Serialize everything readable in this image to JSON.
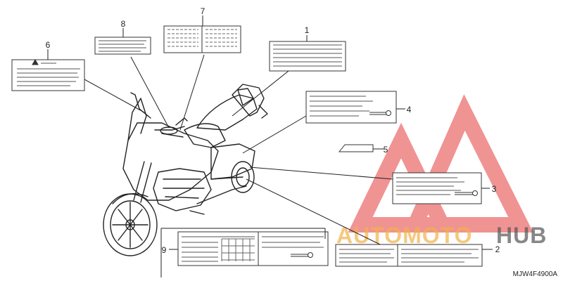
{
  "diagram": {
    "part_code": "MJW4F4900A",
    "callouts": [
      {
        "number": "1",
        "label": "label-1"
      },
      {
        "number": "2",
        "label": "label-2"
      },
      {
        "number": "3",
        "label": "label-3"
      },
      {
        "number": "4",
        "label": "label-4"
      },
      {
        "number": "5",
        "label": "label-5"
      },
      {
        "number": "6",
        "label": "label-6"
      },
      {
        "number": "7",
        "label": "label-7"
      },
      {
        "number": "8",
        "label": "label-8"
      },
      {
        "number": "9",
        "label": "label-9"
      }
    ]
  },
  "watermark": {
    "text_light": "AUTOMOTO",
    "text_dark": "HUB",
    "colors": {
      "red": "#e43c3c",
      "orange": "#f2b24a",
      "gray": "#555555"
    }
  },
  "colors": {
    "ink": "#222222",
    "label_stroke": "#333333",
    "background": "#ffffff"
  }
}
